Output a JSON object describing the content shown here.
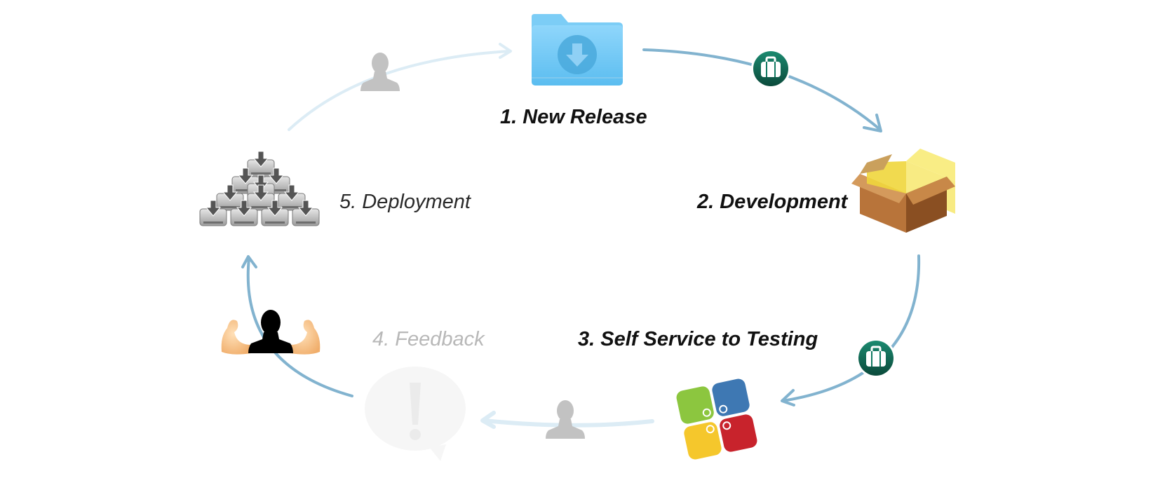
{
  "steps": [
    {
      "id": "new-release",
      "label": "1. New Release",
      "emphasis": "bold",
      "icon": "download-folder-icon"
    },
    {
      "id": "development",
      "label": "2. Development",
      "emphasis": "bold",
      "icon": "package-box-icon"
    },
    {
      "id": "self-service",
      "label": "3. Self Service to Testing",
      "emphasis": "bold",
      "icon": "self-service-app-icon"
    },
    {
      "id": "feedback",
      "label": "4. Feedback",
      "emphasis": "faded",
      "icon": "alert-speech-bubble-icon"
    },
    {
      "id": "deployment",
      "label": "5. Deployment",
      "emphasis": "light",
      "icon": "disk-pyramid-icon"
    }
  ],
  "colors": {
    "arrow": "#82b3cf",
    "arrow_faded": "#dcecf5",
    "briefcase_badge": "#0f6a55",
    "text_bold": "#111111",
    "text_light": "#2a2a2a",
    "text_faded": "#b8b8b8"
  },
  "connector_icons": [
    "person-icon",
    "briefcase-icon",
    "briefcase-icon",
    "person-icon",
    "flexing-person-icon"
  ]
}
